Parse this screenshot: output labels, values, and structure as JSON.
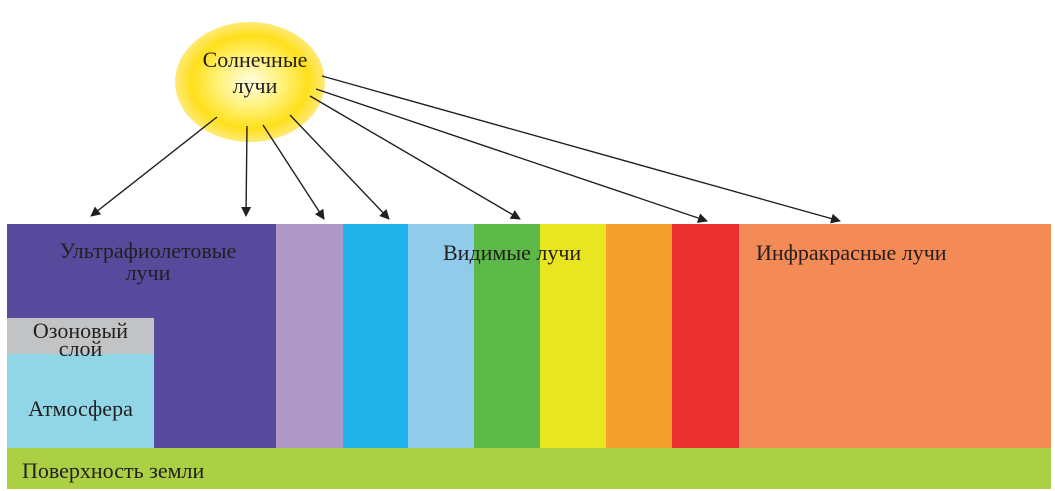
{
  "sun": {
    "label_line1": "Солнечные",
    "label_line2": "лучи"
  },
  "spectrum": {
    "uv_label_line1": "Ультрафиолетовые",
    "uv_label_line2": "лучи",
    "visible_label": "Видимые лучи",
    "ir_label": "Инфракрасные лучи"
  },
  "atmosphere": {
    "ozone_line1": "Озоновый",
    "ozone_line2": "слой",
    "atmosphere_label": "Атмосфера"
  },
  "ground": {
    "label": "Поверхность земли"
  },
  "colors": {
    "uv": "#574a9c",
    "violet": "#af97c6",
    "blue": "#21b4ea",
    "light_blue": "#91cbec",
    "green": "#5cb947",
    "yellow": "#e9e621",
    "orange": "#f4a02c",
    "red": "#ec3032",
    "infrared": "#f48a55",
    "ozone": "#c2c3c5",
    "atmosphere": "#91d6e6",
    "ground": "#acd044"
  }
}
